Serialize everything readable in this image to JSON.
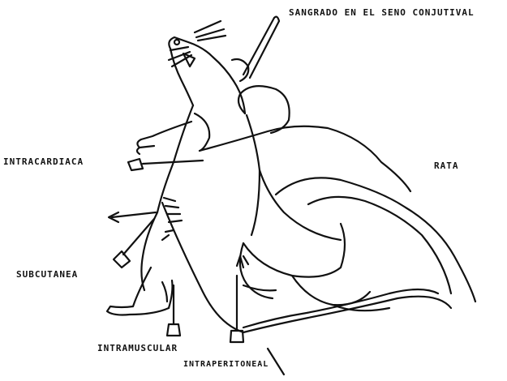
{
  "labels": {
    "sangrado": "SANGRADO EN EL SENO CONJUTIVAL",
    "intracardiaca": "INTRACARDIACA",
    "rata": "RATA",
    "subcutanea": "SUBCUTANEA",
    "intramuscular": "INTRAMUSCULAR",
    "intraperitoneal": "INTRAPERITONEAL"
  }
}
